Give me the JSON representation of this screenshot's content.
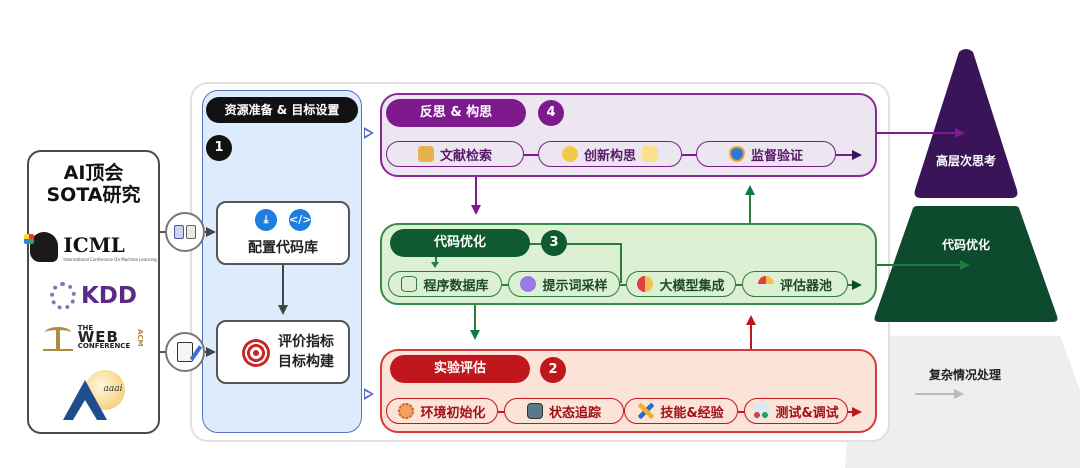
{
  "sota": {
    "title_line1": "AI顶会",
    "title_line2": "SOTA研究",
    "logos": {
      "icml": "ICML",
      "icml_sub": "International Conference On Machine Learning",
      "kdd": "KDD",
      "web_the": "THE",
      "web_main": "WEB",
      "web_conf": "CONFERENCE",
      "web_acm": "ACM",
      "aaai": "aaai"
    }
  },
  "resource": {
    "header": "资源准备 & 目标设置",
    "number": "1",
    "config_repo": "配置代码库",
    "eval_line1": "评价指标",
    "eval_line2": "目标构建",
    "icons": [
      "download-icon",
      "code-icon"
    ]
  },
  "stages": {
    "reflection": {
      "title": "反思 & 构思",
      "number": "4",
      "color": "#7e1a8e",
      "steps": [
        "文献检索",
        "创新构思",
        "监督验证"
      ]
    },
    "code_opt": {
      "title": "代码优化",
      "number": "3",
      "color": "#0f5a2e",
      "steps": [
        "程序数据库",
        "提示词采样",
        "大模型集成",
        "评估器池"
      ]
    },
    "experiment": {
      "title": "实验评估",
      "number": "2",
      "color": "#c0161e",
      "steps": [
        "环境初始化",
        "状态追踪",
        "技能&经验",
        "测试&调试"
      ]
    }
  },
  "pyramid": {
    "top": "高层次思考",
    "middle": "代码优化",
    "bottom": "复杂情况处理",
    "colors": {
      "top": "#3a1458",
      "middle": "#0d4a2e",
      "bottom": "#eeeeee"
    }
  }
}
